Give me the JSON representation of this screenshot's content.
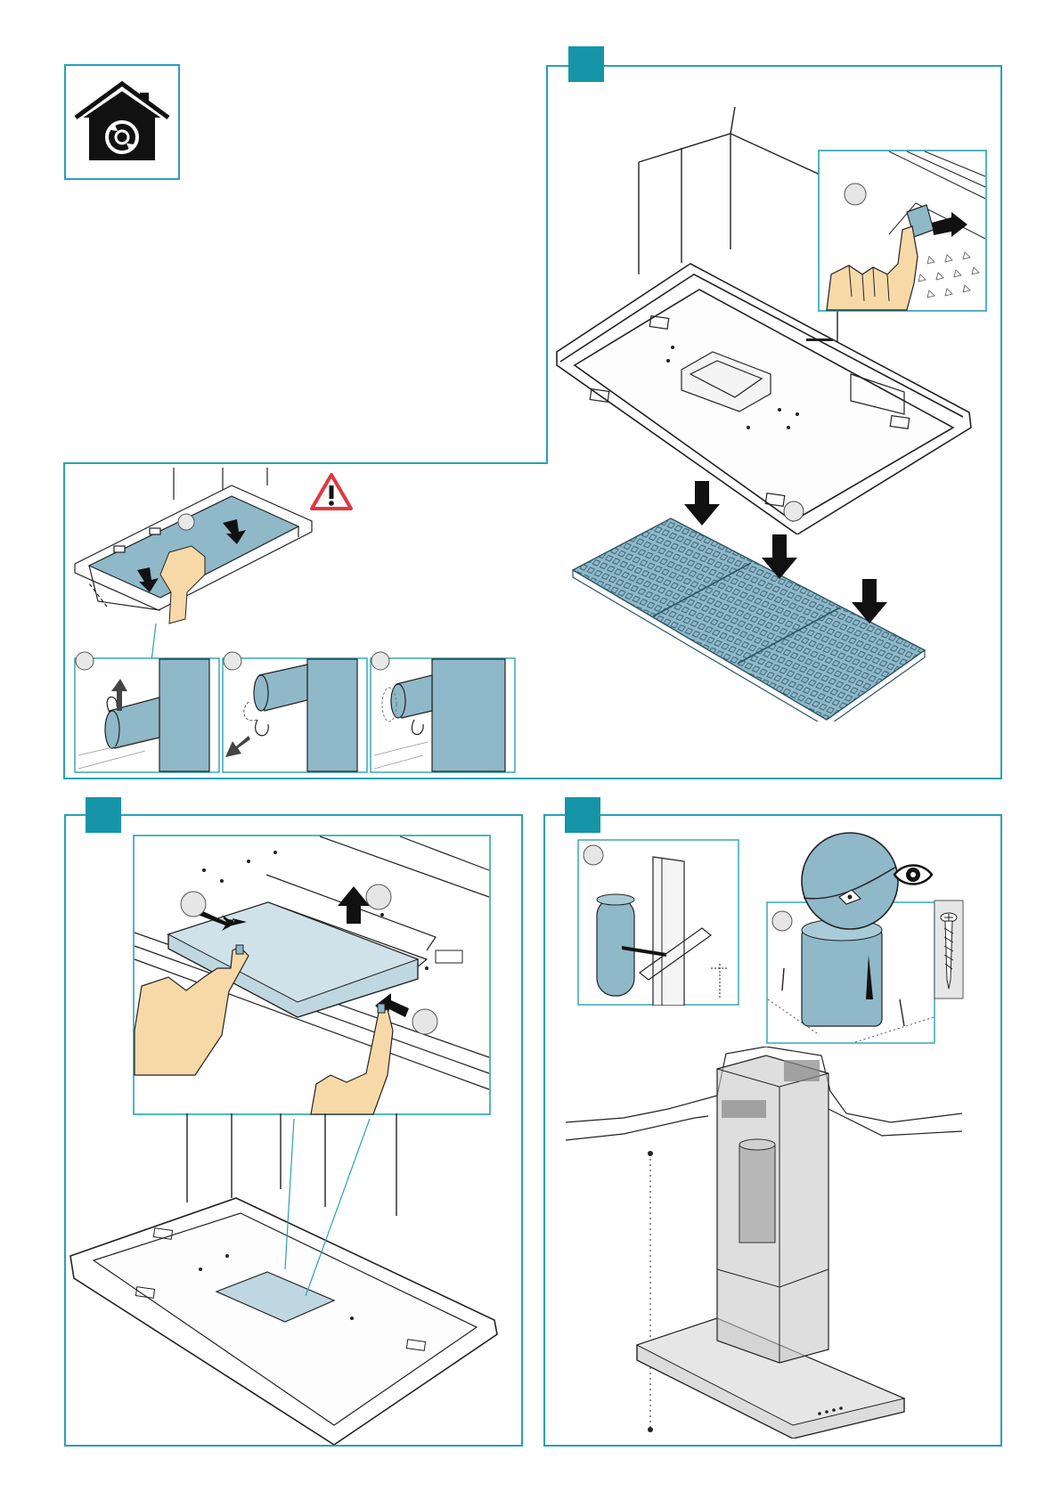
{
  "colors": {
    "frame": "#2aa1b4",
    "badge": "#1795a8",
    "part_fill": "#8fb8c9",
    "line": "#222222",
    "skin": "#f7d9a8",
    "warning_red": "#e0393e"
  },
  "icons": {
    "recirculation": "house-recirculation-icon",
    "warning": "warning-triangle-icon",
    "eye": "eye-icon",
    "screw": "screw-icon"
  },
  "panels": [
    {
      "id": "top-left-icon",
      "badge": ""
    },
    {
      "id": "filter-removal",
      "badge": ""
    },
    {
      "id": "grease-filter-removal",
      "badge": ""
    },
    {
      "id": "deflector-removal",
      "badge": ""
    },
    {
      "id": "filter-cartridge-install",
      "badge": ""
    }
  ]
}
